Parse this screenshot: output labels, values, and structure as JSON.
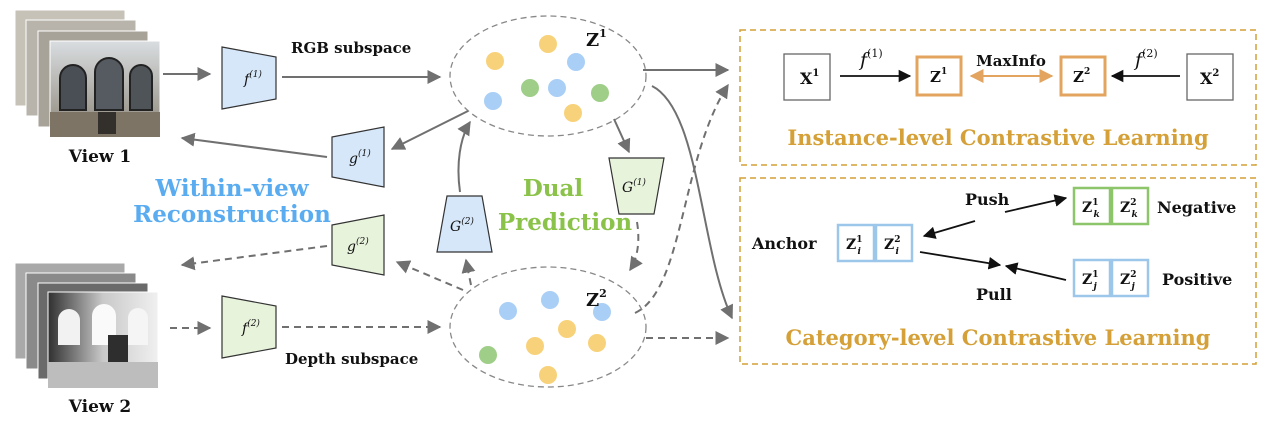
{
  "views": {
    "view1": "View 1",
    "view2": "View 2"
  },
  "subspaces": {
    "rgb": "RGB subspace",
    "depth": "Depth subspace"
  },
  "latents": {
    "z1": "Z",
    "z1_sup": "1",
    "z2": "Z",
    "z2_sup": "2"
  },
  "networks": {
    "f1": "f",
    "f1_sup": "(1)",
    "f2": "f",
    "f2_sup": "(2)",
    "g1": "g",
    "g1_sup": "(1)",
    "g2": "g",
    "g2_sup": "(2)",
    "G1": "G",
    "G1_sup": "(1)",
    "G2": "G",
    "G2_sup": "(2)"
  },
  "modules": {
    "within_view_line1": "Within-view",
    "within_view_line2": "Reconstruction",
    "dual_line1": "Dual",
    "dual_line2": "Prediction"
  },
  "instance": {
    "x1": "X",
    "x1_sup": "1",
    "z1": "Z",
    "z1_sup": "1",
    "z2": "Z",
    "z2_sup": "2",
    "x2": "X",
    "x2_sup": "2",
    "f1": "f",
    "f1_sup": "(1)",
    "f2": "f",
    "f2_sup": "(2)",
    "maxinfo": "MaxInfo",
    "title": "Instance-level Contrastive Learning"
  },
  "category": {
    "anchor": "Anchor",
    "push": "Push",
    "pull": "Pull",
    "negative": "Negative",
    "positive": "Positive",
    "z": "Z",
    "sub_i": "i",
    "sub_k": "k",
    "sub_j": "j",
    "sup1": "1",
    "sup2": "2",
    "title": "Category-level Contrastive Learning"
  },
  "colors": {
    "blue_text": "#5AACF0",
    "green_text": "#8BC34A",
    "gold": "#D4A037",
    "arrow": "#707070",
    "net_blue": "#D6E7FA",
    "net_green": "#E8F3DC",
    "dot_yellow": "#F8D27A",
    "dot_blue": "#A9CFF6",
    "dot_green": "#9FCE88",
    "box_blue": "#9CC7EB",
    "box_green": "#8CC56A",
    "box_orange": "#E2A45F"
  }
}
